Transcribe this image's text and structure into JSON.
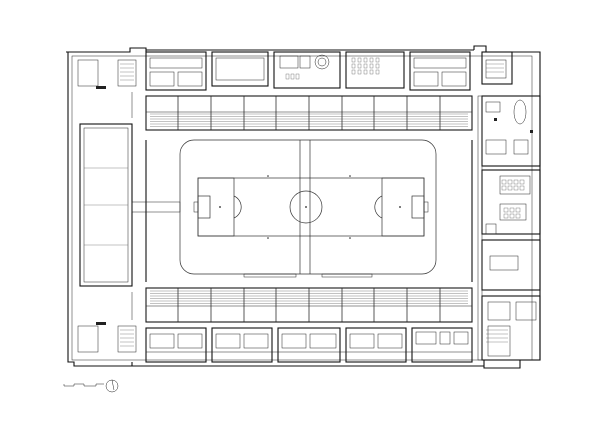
{
  "drawing": {
    "type": "architectural-floor-plan",
    "subject": "stadium-level-plan",
    "has_scale_bar": true,
    "has_north_arrow": true,
    "grid_visible": false,
    "line_color": "#111111",
    "background": "#ffffff"
  },
  "stands": {
    "north_bays": 10,
    "south_bays": 10,
    "seat_rows_per_bay": 6
  },
  "rooms": {
    "north_modules": 5,
    "south_modules": 5
  },
  "field": {
    "type": "football-pitch",
    "has_center_circle": true,
    "has_penalty_boxes": true
  }
}
